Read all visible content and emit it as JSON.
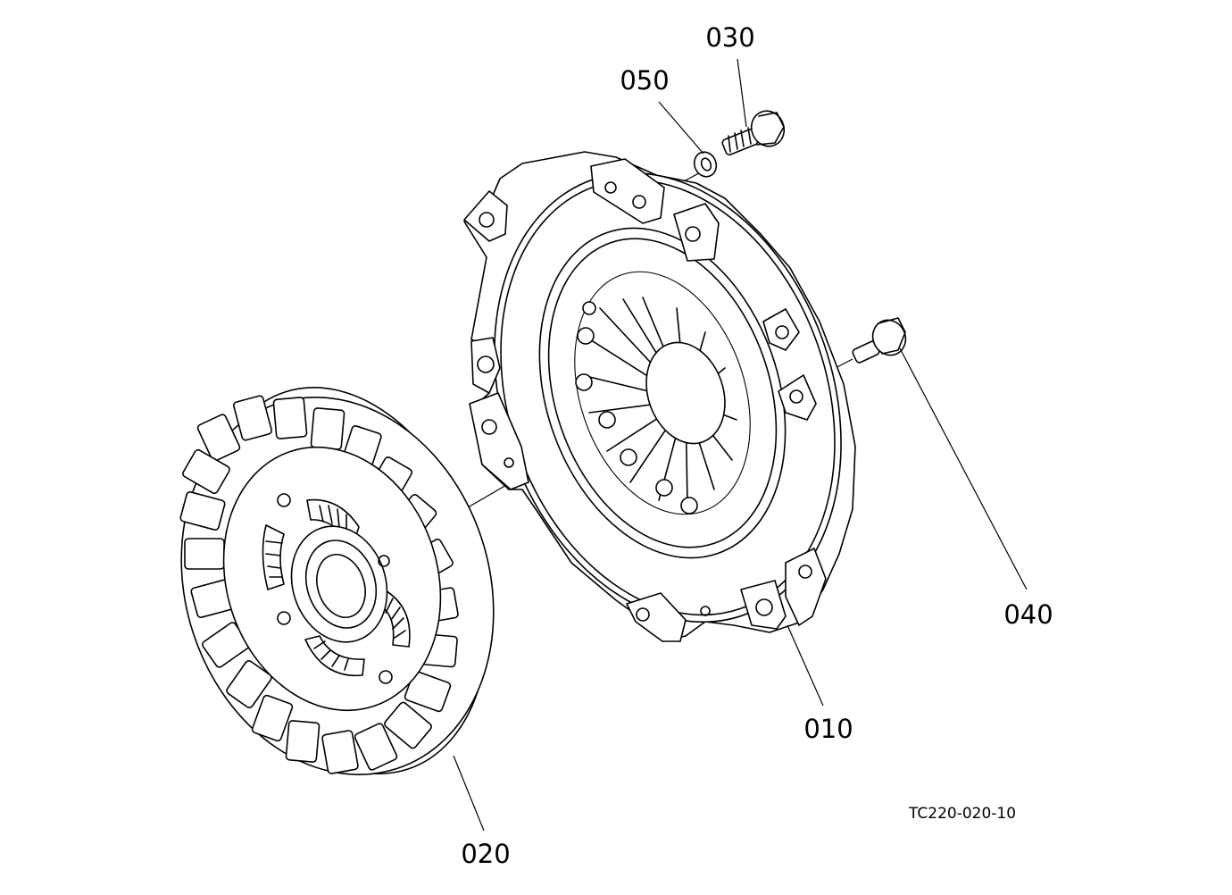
{
  "diagram": {
    "callouts": {
      "p010": "010",
      "p020": "020",
      "p030": "030",
      "p040": "040",
      "p050": "050"
    },
    "figure_ref": "TC220-020-10"
  }
}
